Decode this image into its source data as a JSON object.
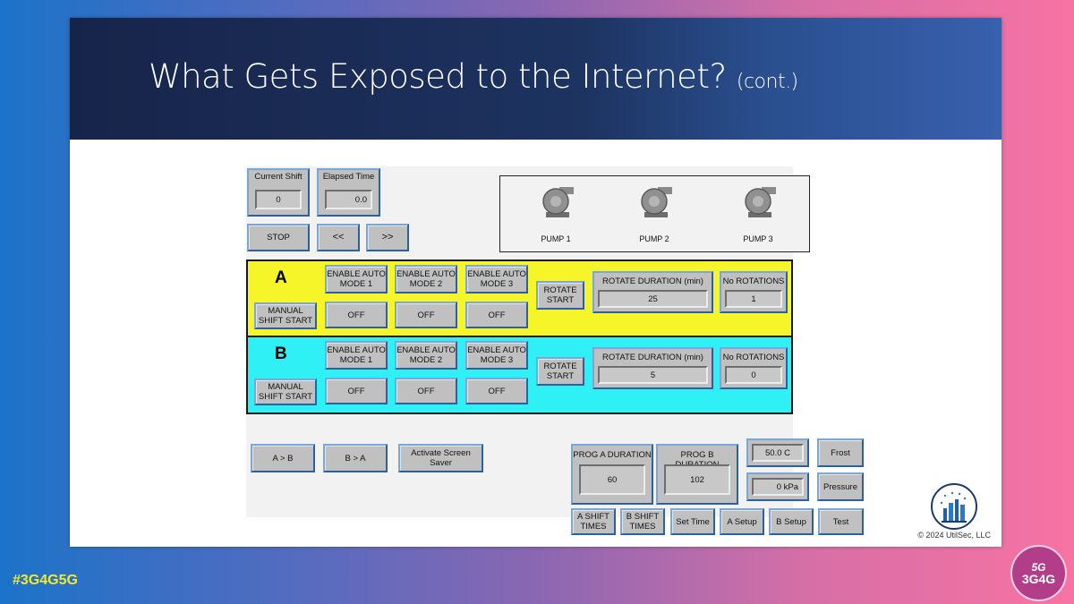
{
  "slide": {
    "title": "What Gets Exposed to the Internet?",
    "title_suffix": "(cont.)",
    "copyright": "© 2024 UtilSec, LLC"
  },
  "hmi": {
    "current_shift": {
      "label": "Current Shift",
      "value": "0"
    },
    "elapsed_time": {
      "label": "Elapsed Time",
      "value": "0.0"
    },
    "stop": "STOP",
    "back": "<<",
    "forward": ">>",
    "pumps": [
      "PUMP 1",
      "PUMP 2",
      "PUMP 3"
    ],
    "panel_a": {
      "letter": "A",
      "manual": "MANUAL SHIFT START",
      "modes": [
        "ENABLE AUTO MODE 1",
        "ENABLE AUTO MODE 2",
        "ENABLE AUTO MODE 3"
      ],
      "mode_values": [
        "OFF",
        "OFF",
        "OFF"
      ],
      "rotate_start": "ROTATE START",
      "rotate_duration": {
        "label": "ROTATE DURATION (min)",
        "value": "25"
      },
      "no_rotations": {
        "label": "No ROTATIONS",
        "value": "1"
      },
      "color": "#f5f52a"
    },
    "panel_b": {
      "letter": "B",
      "manual": "MANUAL SHIFT START",
      "modes": [
        "ENABLE AUTO MODE 1",
        "ENABLE AUTO MODE 2",
        "ENABLE AUTO MODE 3"
      ],
      "mode_values": [
        "OFF",
        "OFF",
        "OFF"
      ],
      "rotate_start": "ROTATE START",
      "rotate_duration": {
        "label": "ROTATE DURATION (min)",
        "value": "5"
      },
      "no_rotations": {
        "label": "No ROTATIONS",
        "value": "0"
      },
      "color": "#2ef0f5"
    },
    "a_to_b": "A > B",
    "b_to_a": "B > A",
    "screen_saver": "Activate Screen Saver",
    "prog_a": {
      "label": "PROG A DURATION",
      "value": "60"
    },
    "prog_b": {
      "label": "PROG B DURATION",
      "value": "102"
    },
    "temperature": "50.0 C",
    "pressure_value": "0 kPa",
    "frost": "Frost",
    "pressure": "Pressure",
    "bottom": [
      "A SHIFT TIMES",
      "B SHIFT TIMES",
      "Set Time",
      "A Setup",
      "B Setup",
      "Test"
    ]
  },
  "footer": {
    "hashtag": "#3G4G5G",
    "brand_top": "5G",
    "brand_bottom": "3G4G"
  }
}
